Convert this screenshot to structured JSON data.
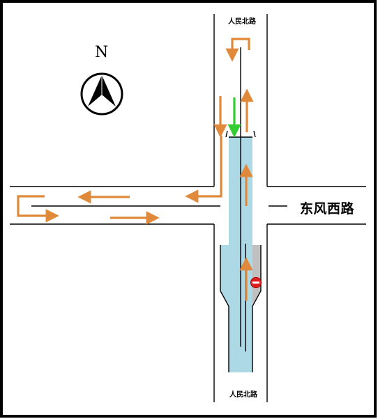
{
  "labels": {
    "north_road_top": "人民北路",
    "north_road_bottom": "人民北路",
    "east_road": "东风西路",
    "compass_n": "N"
  },
  "colors": {
    "frame": "#000000",
    "road_line": "#000000",
    "lane_highlight": "#add8e6",
    "shoulder": "#c0c0c0",
    "arrow": "#e0893a",
    "arrow_highlight": "#33cc33",
    "marker": "#e02020"
  },
  "icons": {
    "compass": "north-arrow-compass-icon",
    "marker": "red-stop-marker-icon"
  }
}
